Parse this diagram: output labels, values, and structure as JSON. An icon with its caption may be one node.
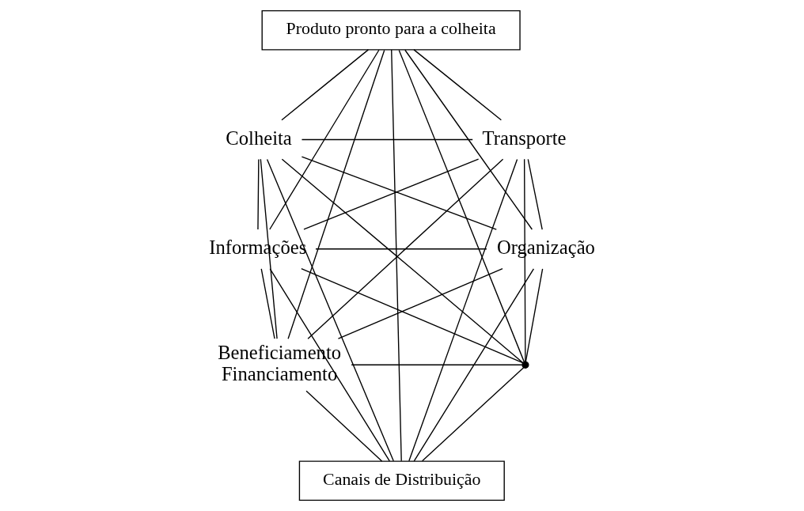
{
  "diagram": {
    "nodes": [
      {
        "text": [
          "Produto pronto para a colheita"
        ]
      },
      {
        "text": [
          "Colheita"
        ]
      },
      {
        "text": [
          "Transporte"
        ]
      },
      {
        "text": [
          "Informações"
        ]
      },
      {
        "text": [
          "Organização"
        ]
      },
      {
        "text": [
          "Beneficiamento",
          "Financiamento"
        ]
      },
      {
        "text": [],
        "shape": "point"
      },
      {
        "text": [
          "Canais de Distribuição"
        ]
      }
    ],
    "edges": [
      {
        "from": 0,
        "to": 1,
        "arrow": "none"
      },
      {
        "from": 0,
        "to": 2,
        "arrow": "none"
      },
      {
        "from": 0,
        "to": 3,
        "arrow": "none"
      },
      {
        "from": 0,
        "to": 4,
        "arrow": "none"
      },
      {
        "from": 0,
        "to": 5,
        "arrow": "none"
      },
      {
        "from": 0,
        "to": 6,
        "arrow": "none"
      },
      {
        "from": 0,
        "to": 7,
        "arrow": "none"
      },
      {
        "from": 1,
        "to": 2,
        "arrow": "none"
      },
      {
        "from": 1,
        "to": 3,
        "arrow": "none"
      },
      {
        "from": 1,
        "to": 4,
        "arrow": "none"
      },
      {
        "from": 1,
        "to": 5,
        "arrow": "none"
      },
      {
        "from": 1,
        "to": 6,
        "arrow": "none"
      },
      {
        "from": 1,
        "to": 7,
        "arrow": "none"
      },
      {
        "from": 2,
        "to": 3,
        "arrow": "none"
      },
      {
        "from": 2,
        "to": 4,
        "arrow": "none"
      },
      {
        "from": 2,
        "to": 5,
        "arrow": "none"
      },
      {
        "from": 2,
        "to": 6,
        "arrow": "none"
      },
      {
        "from": 2,
        "to": 7,
        "arrow": "none"
      },
      {
        "from": 3,
        "to": 4,
        "arrow": "none"
      },
      {
        "from": 3,
        "to": 5,
        "arrow": "none"
      },
      {
        "from": 3,
        "to": 6,
        "arrow": "none"
      },
      {
        "from": 3,
        "to": 7,
        "arrow": "none"
      },
      {
        "from": 4,
        "to": 5,
        "arrow": "none"
      },
      {
        "from": 4,
        "to": 6,
        "arrow": "none"
      },
      {
        "from": 4,
        "to": 7,
        "arrow": "none"
      },
      {
        "from": 5,
        "to": 6,
        "arrow": "none"
      },
      {
        "from": 5,
        "to": 7,
        "arrow": "none"
      },
      {
        "from": 6,
        "to": 7,
        "arrow": "none"
      }
    ]
  }
}
